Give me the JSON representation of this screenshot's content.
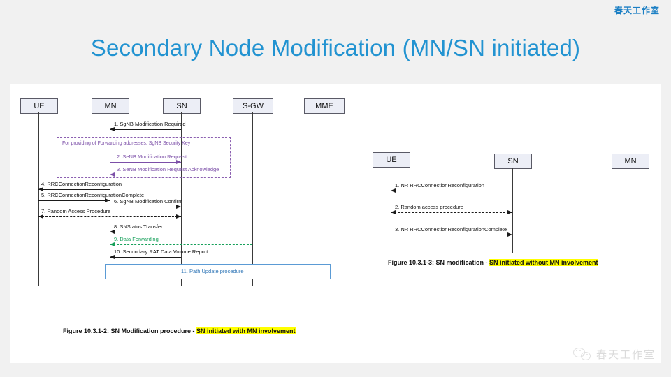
{
  "watermark_top": "春天工作室",
  "watermark_bottom": {
    "text": "春天工作室",
    "icon": "wechat-icon"
  },
  "title": "Secondary Node Modification (MN/SN initiated)",
  "colors": {
    "title": "#2293d1",
    "watermark_top": "#1b7fc4",
    "node_fill": "#eceef6",
    "purple": "#7c4fa8",
    "green": "#16a05a",
    "procedure_box": "#5b9bd5",
    "highlight": "#ffff00",
    "background": "#f1f1f1",
    "panel": "#ffffff"
  },
  "left_diagram": {
    "nodes": [
      "UE",
      "MN",
      "SN",
      "S-GW",
      "MME"
    ],
    "note": "For providing of Forwarding addresses, SgNB Security Key",
    "messages": [
      "1. SgNB Modification Required",
      "2. SeNB Modification Request",
      "3. SeNB Modification Request Acknowledge",
      "4. RRCConnectionReconfiguration",
      "5. RRCConnectionReconfigurationComplete",
      "6. SgNB Modification Confirm",
      "7. Random Access Procedure",
      "8. SNStatus Transfer",
      "9. Data Forwarding",
      "10. Secondary RAT Data Volume Report",
      "11. Path Update procedure"
    ],
    "caption_prefix": "Figure 10.3.1-2: SN Modification procedure - ",
    "caption_highlight": "SN initiated with MN involvement"
  },
  "right_diagram": {
    "nodes": [
      "UE",
      "SN",
      "MN"
    ],
    "messages": [
      "1. NR RRCConnectionReconfiguration",
      "2. Random access procedure",
      "3. NR RRCConnectionReconfigurationComplete"
    ],
    "caption_prefix": "Figure 10.3.1-3: SN modification - ",
    "caption_highlight": "SN initiated without MN involvement"
  }
}
